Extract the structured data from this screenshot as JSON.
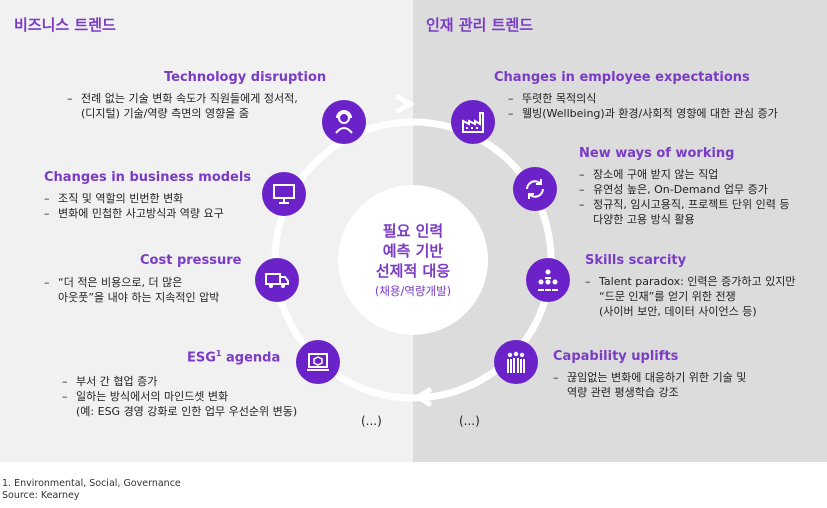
{
  "left_title": "비즈니스 트렌드",
  "right_title": "인재 관리 트렌드",
  "center": {
    "line1": "필요 인력",
    "line2": "예측 기반",
    "line3": "선제적 대응",
    "sub": "(채용/역량개발)"
  },
  "left_items": [
    {
      "heading": "Technology disruption",
      "bullets": [
        {
          "dash": "–",
          "text": "전례 없는 기술 변화 속도가 직원들에게 정서적,",
          "cont": "(디지털) 기술/역량 측면의 영향을 줌"
        }
      ]
    },
    {
      "heading": "Changes in business models",
      "bullets": [
        {
          "dash": "–",
          "text": "조직 및 역할의 빈번한 변화"
        },
        {
          "dash": "–",
          "text": "변화에 민첩한 사고방식과 역량 요구"
        }
      ]
    },
    {
      "heading": "Cost pressure",
      "bullets": [
        {
          "dash": "–",
          "text": "“더 적은 비용으로, 더 많은",
          "cont": "아웃풋”을 내야 하는 지속적인 압박"
        }
      ]
    },
    {
      "heading": "ESG",
      "heading_sup": "1",
      "heading_tail": " agenda",
      "bullets": [
        {
          "dash": "–",
          "text": "부서 간 협업 증가"
        },
        {
          "dash": "–",
          "text": "일하는 방식에서의 마인드셋 변화",
          "cont": "(예: ESG 경영 강화로 인한 업무 우선순위 변동)"
        }
      ]
    }
  ],
  "right_items": [
    {
      "heading": "Changes in employee expectations",
      "bullets": [
        {
          "dash": "–",
          "text": "뚜렷한 목적의식"
        },
        {
          "dash": "–",
          "text": "웰빙(Wellbeing)과 환경/사회적 영향에 대한 관심 증가"
        }
      ]
    },
    {
      "heading": "New ways of working",
      "bullets": [
        {
          "dash": "–",
          "text": "장소에 구애 받지 않는 직업"
        },
        {
          "dash": "–",
          "text": "유연성 높은, On-Demand 업무 증가"
        },
        {
          "dash": "–",
          "text": "정규직, 임시고용직, 프로젝트 단위 인력 등",
          "cont": "다양한 고용 방식 활용"
        }
      ]
    },
    {
      "heading": "Skills scarcity",
      "bullets": [
        {
          "dash": "–",
          "text": "Talent paradox: 인력은 증가하고 있지만",
          "cont": "“드문 인재”를 얻기 위한 전쟁",
          "cont2": "(사이버 보안, 데이터 사이언스 등)"
        }
      ]
    },
    {
      "heading": "Capability uplifts",
      "bullets": [
        {
          "dash": "–",
          "text": "끊임없는 변화에 대응하기 위한 기술 및",
          "cont": "역량 관련 평생학습 강조"
        }
      ]
    }
  ],
  "ellipsis_left": "(...)",
  "ellipsis_right": "(...)",
  "footnote": {
    "line1": "1. Environmental, Social, Governance",
    "line2": "Source: Kearney"
  },
  "colors": {
    "accent": "#6b22c9",
    "heading": "#7a3cc4",
    "left_bg": "#f1f1f2",
    "right_bg": "#dcdcdd"
  },
  "icons": [
    "person-headset-icon",
    "factory-icon",
    "monitor-icon",
    "refresh-cycle-icon",
    "delivery-truck-icon",
    "people-network-icon",
    "laptop-cube-icon",
    "group-people-icon"
  ]
}
